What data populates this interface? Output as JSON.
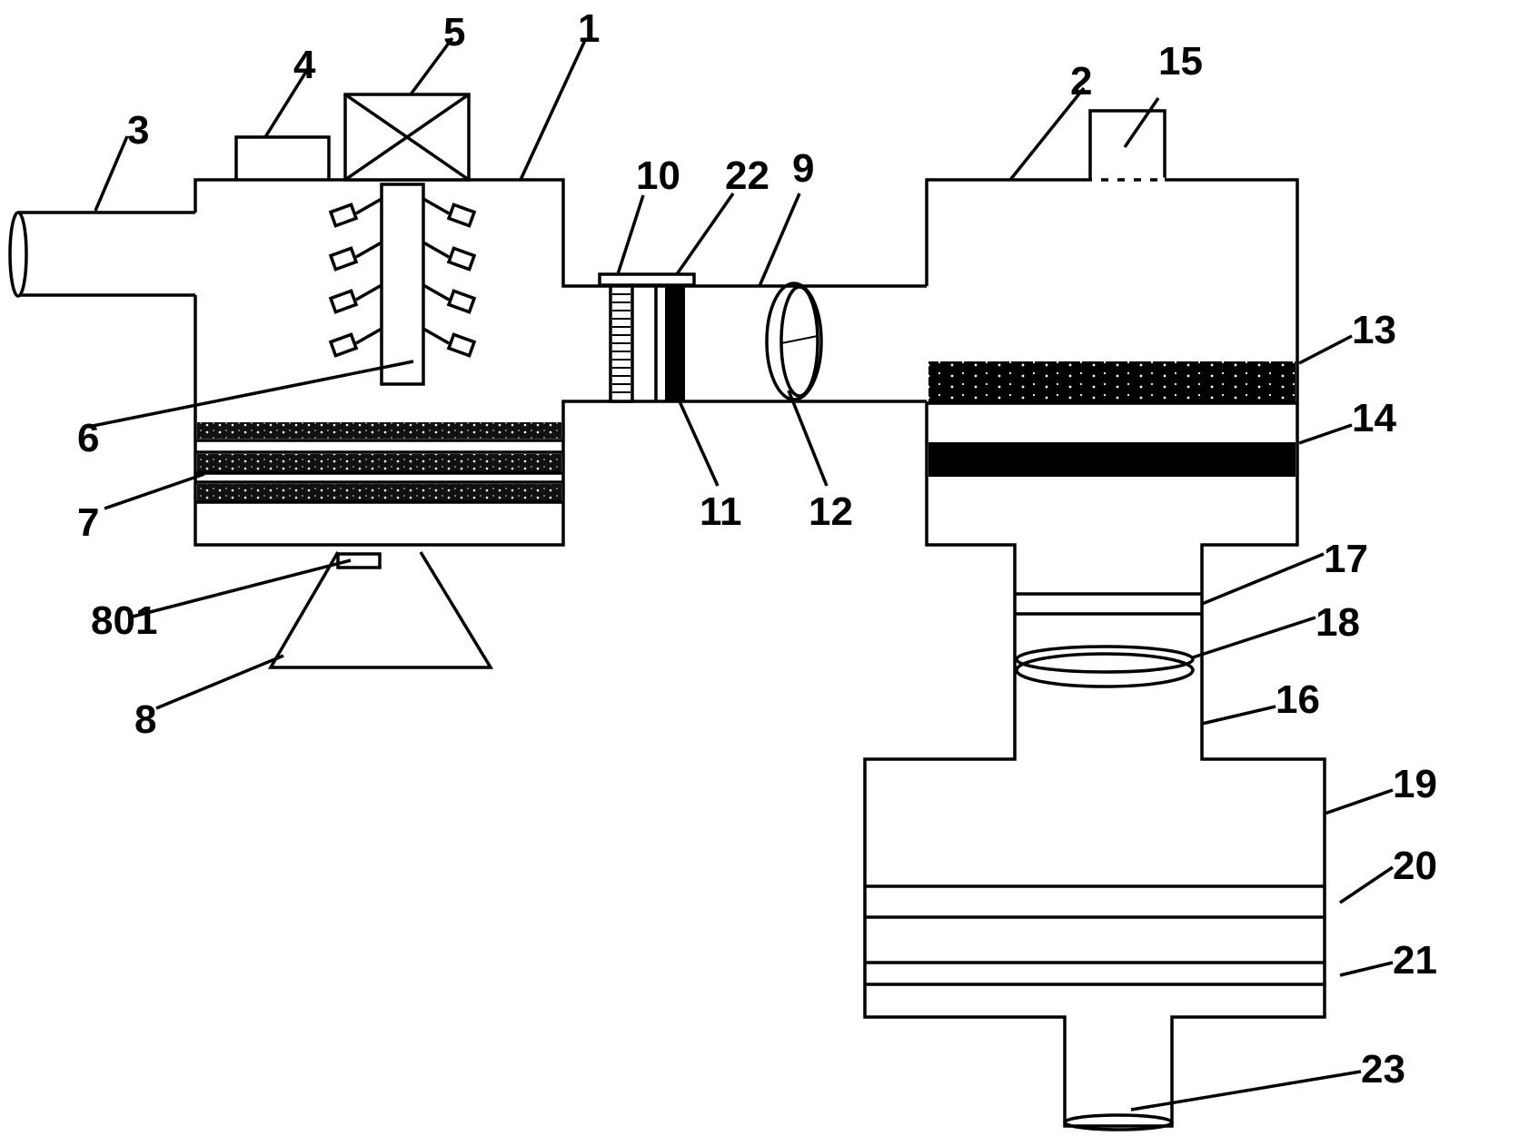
{
  "labels": {
    "l1": "1",
    "l2": "2",
    "l3": "3",
    "l4": "4",
    "l5": "5",
    "l6": "6",
    "l7": "7",
    "l8": "8",
    "l801": "801",
    "l9": "9",
    "l10": "10",
    "l11": "11",
    "l12": "12",
    "l13": "13",
    "l14": "14",
    "l15": "15",
    "l16": "16",
    "l17": "17",
    "l18": "18",
    "l19": "19",
    "l20": "20",
    "l21": "21",
    "l22": "22",
    "l23": "23"
  }
}
